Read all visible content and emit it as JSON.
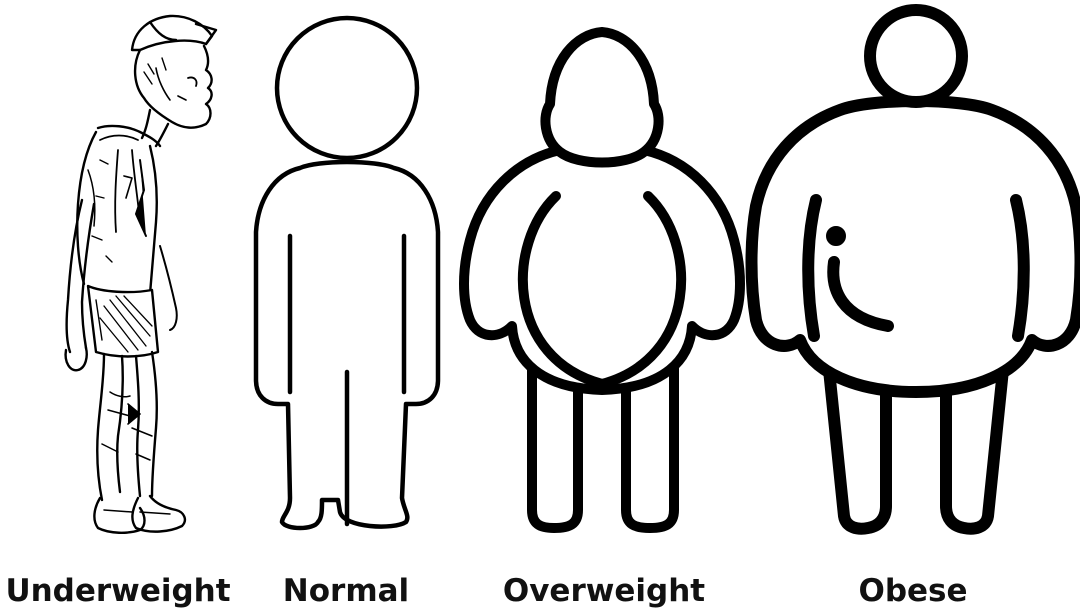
{
  "figures": [
    {
      "id": "underweight",
      "label": "Underweight"
    },
    {
      "id": "normal",
      "label": "Normal"
    },
    {
      "id": "overweight",
      "label": "Overweight"
    },
    {
      "id": "obese",
      "label": "Obese"
    }
  ],
  "colors": {
    "stroke": "#000000",
    "fill": "#ffffff",
    "background": "#ffffff",
    "label": "#111111"
  }
}
